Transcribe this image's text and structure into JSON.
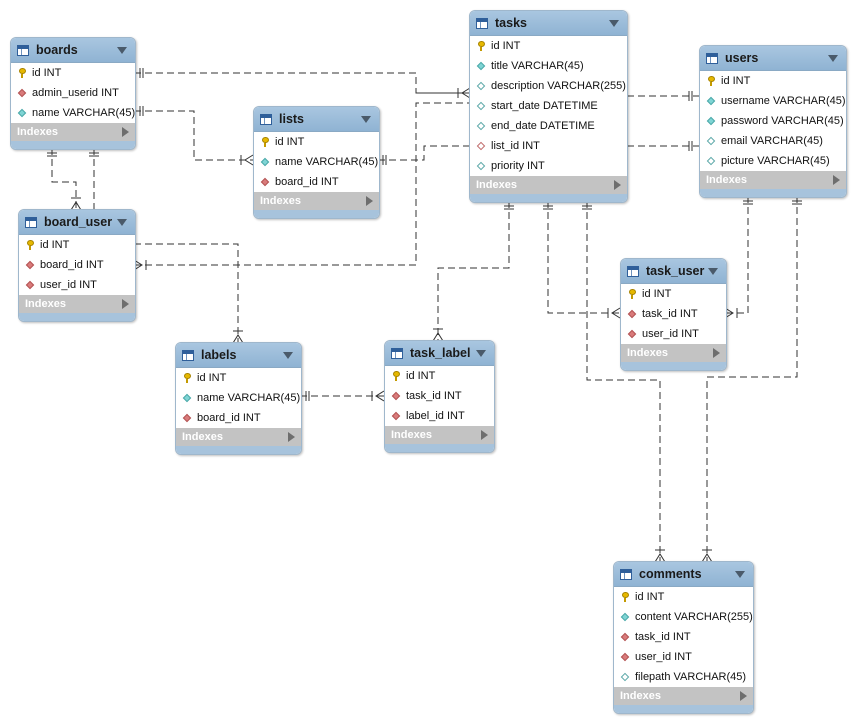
{
  "colors": {
    "header_bg": "#98bbda",
    "indexes_bg": "#c3c3c3",
    "primary_key": "#e6b800",
    "foreign_key": "#d97a7a",
    "not_null": "#7fd4d4",
    "line": "#333333"
  },
  "tables": {
    "boards": {
      "name": "boards",
      "columns": [
        {
          "text": "id INT",
          "icon": "primary-key-icon"
        },
        {
          "text": "admin_userid INT",
          "icon": "foreign-key-icon"
        },
        {
          "text": "name VARCHAR(45)",
          "icon": "not-null-column-icon"
        }
      ],
      "indexes": "Indexes"
    },
    "board_user": {
      "name": "board_user",
      "columns": [
        {
          "text": "id INT",
          "icon": "primary-key-icon"
        },
        {
          "text": "board_id INT",
          "icon": "foreign-key-icon"
        },
        {
          "text": "user_id INT",
          "icon": "foreign-key-icon"
        }
      ],
      "indexes": "Indexes"
    },
    "lists": {
      "name": "lists",
      "columns": [
        {
          "text": "id INT",
          "icon": "primary-key-icon"
        },
        {
          "text": "name VARCHAR(45)",
          "icon": "not-null-column-icon"
        },
        {
          "text": "board_id INT",
          "icon": "foreign-key-icon"
        }
      ],
      "indexes": "Indexes"
    },
    "tasks": {
      "name": "tasks",
      "columns": [
        {
          "text": "id INT",
          "icon": "primary-key-icon"
        },
        {
          "text": "title VARCHAR(45)",
          "icon": "not-null-column-icon"
        },
        {
          "text": "description VARCHAR(255)",
          "icon": "nullable-column-icon"
        },
        {
          "text": "start_date DATETIME",
          "icon": "nullable-column-icon"
        },
        {
          "text": "end_date DATETIME",
          "icon": "nullable-column-icon"
        },
        {
          "text": "list_id INT",
          "icon": "nullable-foreign-key-icon"
        },
        {
          "text": "priority INT",
          "icon": "nullable-column-icon"
        }
      ],
      "indexes": "Indexes"
    },
    "users": {
      "name": "users",
      "columns": [
        {
          "text": "id INT",
          "icon": "primary-key-icon"
        },
        {
          "text": "username VARCHAR(45)",
          "icon": "not-null-column-icon"
        },
        {
          "text": "password VARCHAR(45)",
          "icon": "not-null-column-icon"
        },
        {
          "text": "email VARCHAR(45)",
          "icon": "nullable-column-icon"
        },
        {
          "text": "picture VARCHAR(45)",
          "icon": "nullable-column-icon"
        }
      ],
      "indexes": "Indexes"
    },
    "task_user": {
      "name": "task_user",
      "columns": [
        {
          "text": "id INT",
          "icon": "primary-key-icon"
        },
        {
          "text": "task_id INT",
          "icon": "foreign-key-icon"
        },
        {
          "text": "user_id INT",
          "icon": "foreign-key-icon"
        }
      ],
      "indexes": "Indexes"
    },
    "labels": {
      "name": "labels",
      "columns": [
        {
          "text": "id INT",
          "icon": "primary-key-icon"
        },
        {
          "text": "name VARCHAR(45)",
          "icon": "not-null-column-icon"
        },
        {
          "text": "board_id INT",
          "icon": "foreign-key-icon"
        }
      ],
      "indexes": "Indexes"
    },
    "task_label": {
      "name": "task_label",
      "columns": [
        {
          "text": "id INT",
          "icon": "primary-key-icon"
        },
        {
          "text": "task_id INT",
          "icon": "foreign-key-icon"
        },
        {
          "text": "label_id INT",
          "icon": "foreign-key-icon"
        }
      ],
      "indexes": "Indexes"
    },
    "comments": {
      "name": "comments",
      "columns": [
        {
          "text": "id INT",
          "icon": "primary-key-icon"
        },
        {
          "text": "content VARCHAR(255)",
          "icon": "not-null-column-icon"
        },
        {
          "text": "task_id INT",
          "icon": "foreign-key-icon"
        },
        {
          "text": "user_id INT",
          "icon": "foreign-key-icon"
        },
        {
          "text": "filepath VARCHAR(45)",
          "icon": "nullable-column-icon"
        }
      ],
      "indexes": "Indexes"
    }
  },
  "relationships": [
    {
      "from": "boards",
      "to": "lists",
      "type": "one-to-many"
    },
    {
      "from": "boards",
      "to": "board_user",
      "type": "one-to-many"
    },
    {
      "from": "users",
      "to": "boards",
      "type": "one-to-many"
    },
    {
      "from": "users",
      "to": "board_user",
      "type": "one-to-many"
    },
    {
      "from": "lists",
      "to": "tasks",
      "type": "one-to-many"
    },
    {
      "from": "boards",
      "to": "labels",
      "type": "one-to-many"
    },
    {
      "from": "tasks",
      "to": "task_label",
      "type": "one-to-many"
    },
    {
      "from": "labels",
      "to": "task_label",
      "type": "one-to-many"
    },
    {
      "from": "tasks",
      "to": "task_user",
      "type": "one-to-many"
    },
    {
      "from": "users",
      "to": "task_user",
      "type": "one-to-many"
    },
    {
      "from": "tasks",
      "to": "comments",
      "type": "one-to-many"
    },
    {
      "from": "users",
      "to": "comments",
      "type": "one-to-many"
    }
  ]
}
